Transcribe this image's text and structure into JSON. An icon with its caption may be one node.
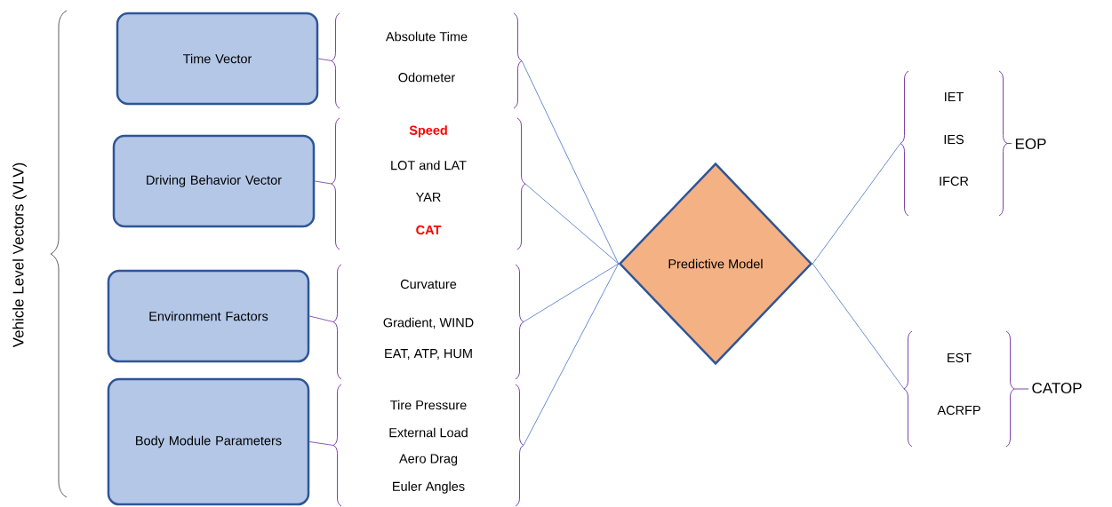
{
  "diagram": {
    "nodes": [
      {
        "text": [
          "Time Vector"
        ]
      },
      {
        "text": [
          "Driving Behavior Vector"
        ]
      },
      {
        "text": [
          "Environment Factors"
        ]
      },
      {
        "text": [
          "Body Module Parameters"
        ]
      },
      {
        "text": [
          "Absolute Time",
          "Odometer"
        ]
      },
      {
        "text": [
          "Speed",
          "LOT and LAT",
          "YAR",
          "CAT"
        ]
      },
      {
        "text": [
          "Curvature",
          "Gradient, WIND",
          "EAT, ATP, HUM"
        ]
      },
      {
        "text": [
          "Tire Pressure",
          "External Load",
          "Aero Drag",
          "Euler Angles"
        ]
      },
      {
        "text": [
          "Predictive Model"
        ]
      },
      {
        "text": [
          "IET",
          "IES",
          "IFCR"
        ],
        "beside": [
          "EOP"
        ]
      },
      {
        "text": [
          "EST",
          "ACRFP"
        ],
        "beside": [
          "CATOP"
        ]
      }
    ],
    "edges": [
      {
        "from": 0,
        "to": 4,
        "arrow": "none",
        "color": "#7030a0"
      },
      {
        "from": 1,
        "to": 5,
        "arrow": "none",
        "color": "#7030a0"
      },
      {
        "from": 2,
        "to": 6,
        "arrow": "none",
        "color": "#7030a0"
      },
      {
        "from": 3,
        "to": 7,
        "arrow": "none",
        "color": "#7030a0"
      },
      {
        "from": 4,
        "to": 8,
        "arrow": "none"
      },
      {
        "from": 5,
        "to": 8,
        "arrow": "none"
      },
      {
        "from": 6,
        "to": 8,
        "arrow": "none"
      },
      {
        "from": 7,
        "to": 8,
        "arrow": "none"
      },
      {
        "from": 8,
        "to": 9,
        "arrow": "none"
      },
      {
        "from": 8,
        "to": 10,
        "arrow": "none"
      }
    ],
    "labels": [
      "Vehicle Level Vectors (VLV)"
    ]
  }
}
